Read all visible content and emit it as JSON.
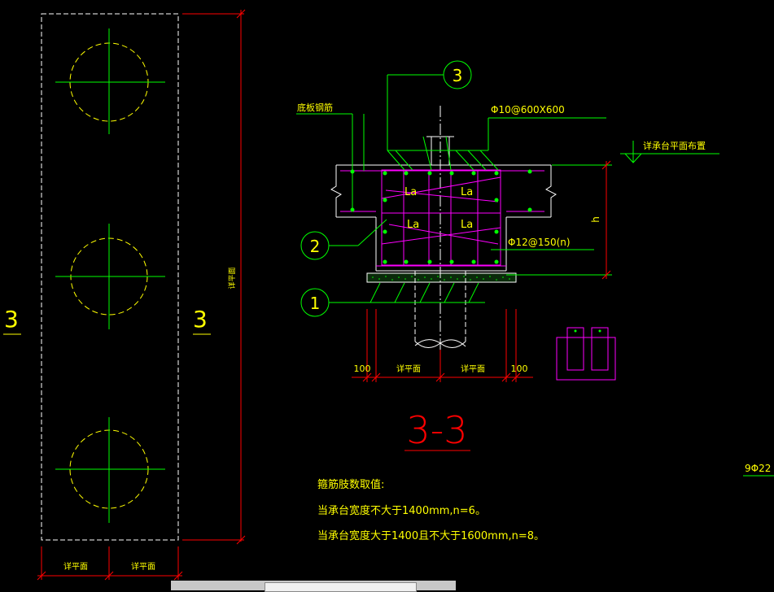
{
  "colors": {
    "background": "#000000",
    "outline": "#ffffff",
    "circle": "#ffff00",
    "axis": "#00ff00",
    "leader": "#00ff00",
    "text": "#ffff00",
    "dim": "#ff0000",
    "rebar": "#ff00ff",
    "bar_dot": "#00ff00",
    "cushion": "#00ff00"
  },
  "plan": {
    "width_label_left": "详平面",
    "width_label_right": "详平面",
    "height_label": "详平面",
    "section_mark_left": "3",
    "section_mark_right": "3"
  },
  "section": {
    "balloon_1": "1",
    "balloon_2": "2",
    "balloon_3": "3",
    "label_bottom_slab_rebar": "底板钢筋",
    "label_tie_rebar": "Φ10@600X600",
    "label_elevation": "详承台平面布置",
    "label_stirrup": "Φ12@150(n)",
    "anchor_labels": [
      "La",
      "La",
      "La",
      "La"
    ],
    "height_mark": "h",
    "dim_left_edge": "100",
    "dim_left_mid": "详平面",
    "dim_right_mid": "详平面",
    "dim_right_edge": "100",
    "title": "3-3"
  },
  "notes": {
    "heading": "箍筋肢数取值:",
    "line1": "当承台宽度不大于1400mm,n=6。",
    "line2": "当承台宽度大于1400且不大于1600mm,n=8。"
  },
  "edge_text": "9Φ22"
}
